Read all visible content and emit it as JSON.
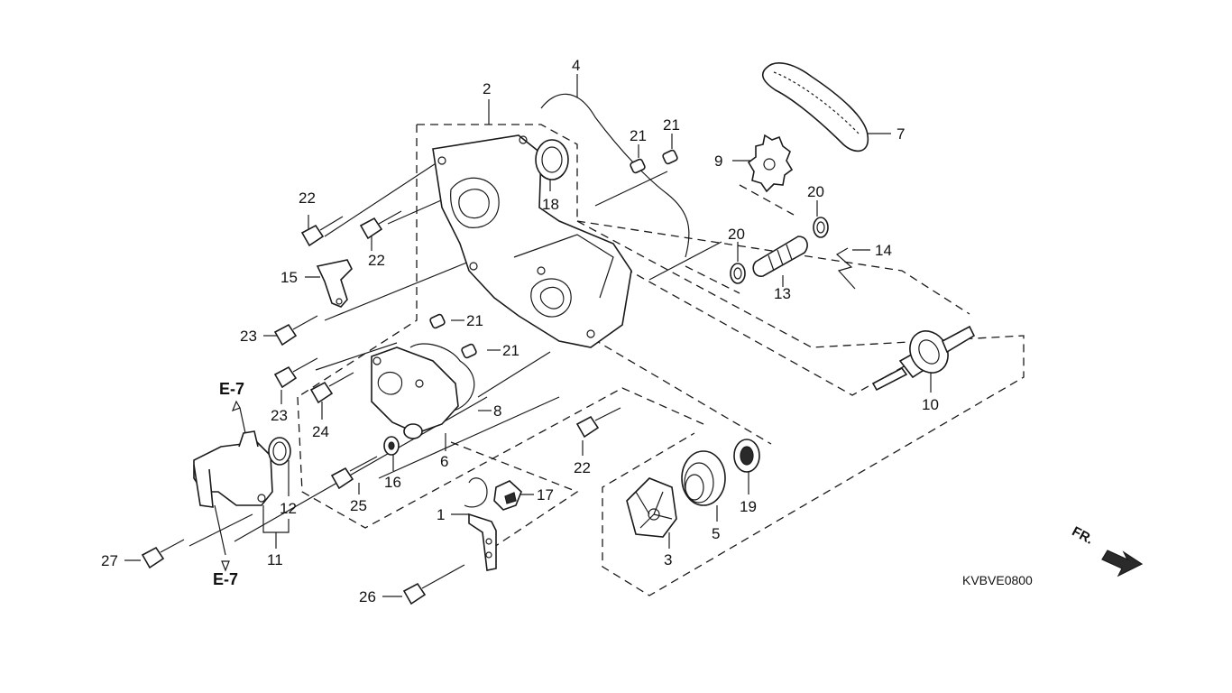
{
  "diagram": {
    "drawing_code": "KVBVE0800",
    "front_indicator": "FR.",
    "reference_upper": "E-7",
    "reference_lower": "E-7",
    "callouts": {
      "c1": "1",
      "c2": "2",
      "c3": "3",
      "c4": "4",
      "c5": "5",
      "c6": "6",
      "c7": "7",
      "c8": "8",
      "c9": "9",
      "c10": "10",
      "c11": "11",
      "c12": "12",
      "c13": "13",
      "c14": "14",
      "c15": "15",
      "c16": "16",
      "c17": "17",
      "c18": "18",
      "c19": "19",
      "c20a": "20",
      "c20b": "20",
      "c21a": "21",
      "c21b": "21",
      "c21c": "21",
      "c21d": "21",
      "c22a": "22",
      "c22b": "22",
      "c22c": "22",
      "c23a": "23",
      "c23b": "23",
      "c24": "24",
      "c25": "25",
      "c26": "26",
      "c27": "27"
    }
  }
}
